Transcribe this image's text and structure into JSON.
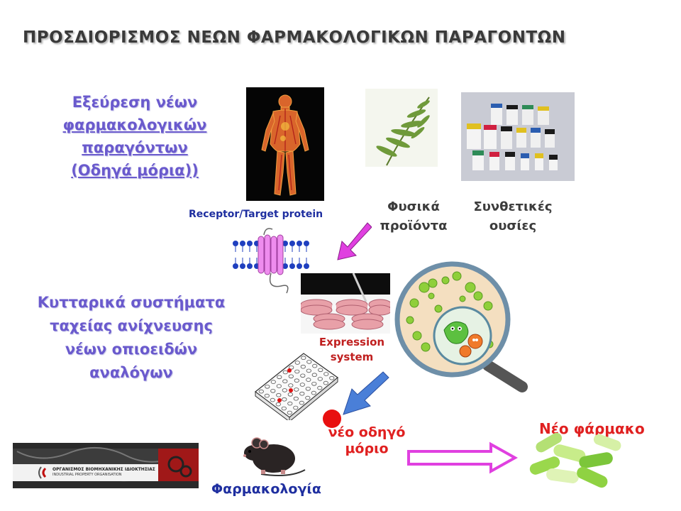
{
  "title": "ΠΡΟΣΔΙΟΡΙΣΜΟΣ ΝΕΩΝ ΦΑΡΜΑΚΟΛΟΓΙΚΩΝ ΠΑΡΑΓΟΝΤΩΝ",
  "search_block": {
    "line1": "Εξεύρεση νέων",
    "line2": "φαρμακολογικών",
    "line3": "παραγόντων",
    "line4": "(Οδηγά μόρια))"
  },
  "natural_products": {
    "line1": "Φυσικά",
    "line2": "προϊόντα"
  },
  "synthetic": {
    "line1": "Συνθετικές",
    "line2": "ουσίες"
  },
  "receptor_label": "Receptor/Target protein",
  "cell_block": {
    "line1": "Κυτταρικά συστήματα",
    "line2": "ταχείας ανίχνευσης",
    "line3": "νέων οπιοειδών",
    "line4": "αναλόγων"
  },
  "expression": {
    "line1": "Expression",
    "line2": "system"
  },
  "lead": {
    "line1": "νέο οδηγό",
    "line2": "μόριο"
  },
  "new_drug": "Νέο φάρμακο",
  "pharmacology": "Φαρμακολογία",
  "organization": {
    "line1": "ΟΡΓΑΝΙΣΜΟΣ ΒΙΟΜΗΧΑΝΙΚΗΣ ΙΔΙΟΚΤΗΣΙΑΣ",
    "line2": "INDUSTRIAL PROPERTY ORGANISATION"
  },
  "colors": {
    "purple_text": "#6a5acd",
    "red_text": "#e02020",
    "blue_text": "#1f2fa0",
    "arrow_magenta": "#e040e0",
    "arrow_blue": "#4a7fd8"
  },
  "icons": [
    "human-body-image",
    "fern-image",
    "bottles-image",
    "receptor-membrane-icon",
    "petri-dishes-image",
    "magnifier-bacteria-image",
    "well-plate-icon",
    "red-dot-icon",
    "mouse-image",
    "capsules-image",
    "organization-logo"
  ]
}
